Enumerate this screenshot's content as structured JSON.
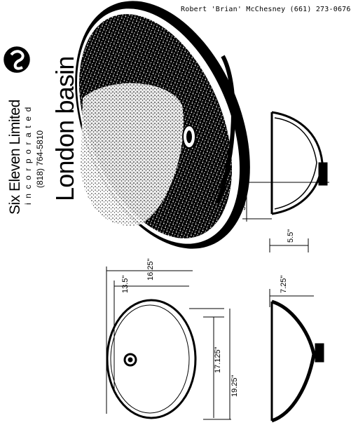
{
  "header": {
    "credit": "Robert 'Brian' McChesney (661) 273-0676"
  },
  "brand": {
    "company_name": "Six Eleven Limited",
    "incorporated": "incorporated",
    "phone": "(818) 764-5810",
    "logo_icon": "six-eleven-swirl-logo-icon"
  },
  "product": {
    "name": "London basin"
  },
  "dimensions": {
    "top_view_inner_width": "13.5\"",
    "top_view_outer_width": "16.25\"",
    "top_view_inner_length": "17.125\"",
    "top_view_outer_length": "19.25\"",
    "side_view_depth": "5.25\"",
    "side_view_bowl_depth": "5.5\"",
    "end_view_depth": "7.25\""
  },
  "colors": {
    "ink": "#000000",
    "paper": "#ffffff"
  }
}
